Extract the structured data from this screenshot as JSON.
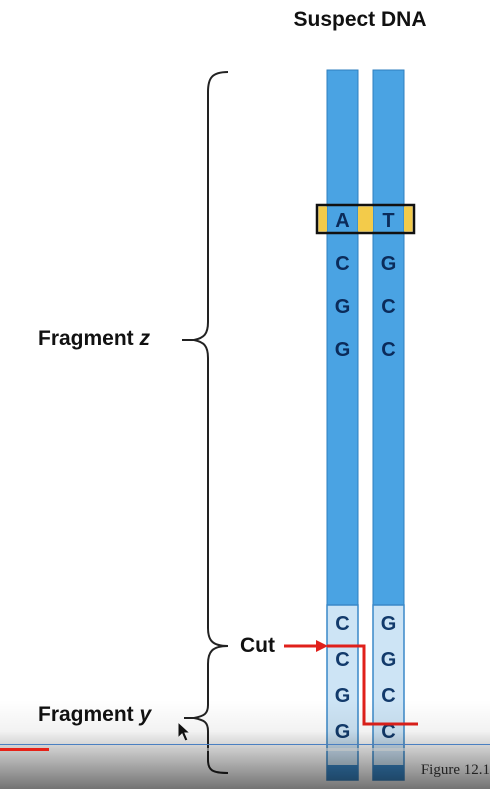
{
  "title": "Suspect DNA",
  "fragment_z_label": "Fragment",
  "fragment_z_var": "z",
  "fragment_y_label": "Fragment",
  "fragment_y_var": "y",
  "cut_label": "Cut",
  "figure_caption": "Figure 12.1",
  "left_strand_bases_upper": [
    "A",
    "C",
    "G",
    "G"
  ],
  "right_strand_bases_upper": [
    "T",
    "G",
    "C",
    "C"
  ],
  "left_strand_bases_lower": [
    "C",
    "C",
    "G",
    "G"
  ],
  "right_strand_bases_lower": [
    "G",
    "G",
    "C",
    "C"
  ],
  "colors": {
    "strand_dark": "#4aa3e3",
    "strand_light": "#cde4f5",
    "highlight": "#f3cb4a",
    "cut_arrow": "#e0201b"
  },
  "video_progress": 0.1
}
